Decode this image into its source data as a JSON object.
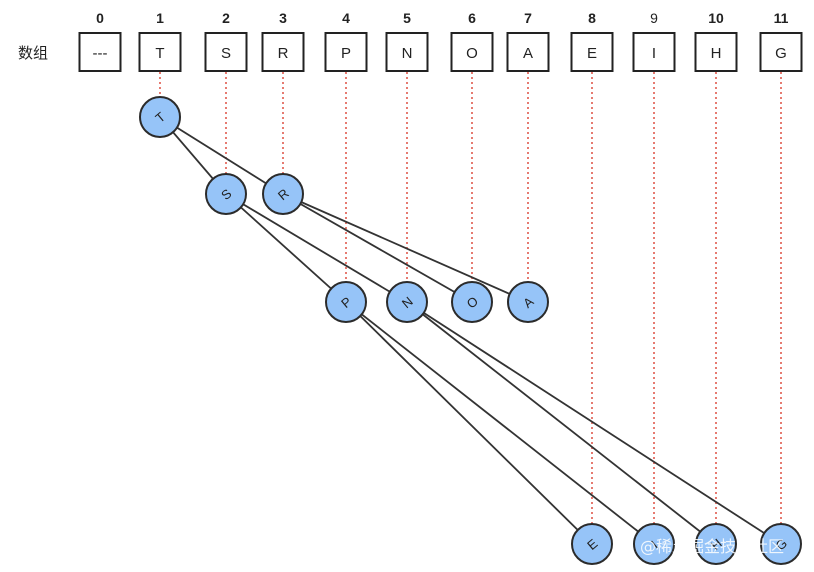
{
  "array_label": "数组",
  "indices": [
    "0",
    "1",
    "2",
    "3",
    "4",
    "5",
    "6",
    "7",
    "8",
    "9",
    "10",
    "11"
  ],
  "cells": [
    "---",
    "T",
    "S",
    "R",
    "P",
    "N",
    "O",
    "A",
    "E",
    "I",
    "H",
    "G"
  ],
  "nodes": [
    {
      "label": "T",
      "index": 1,
      "level": 0
    },
    {
      "label": "S",
      "index": 2,
      "level": 1
    },
    {
      "label": "R",
      "index": 3,
      "level": 1
    },
    {
      "label": "P",
      "index": 4,
      "level": 2
    },
    {
      "label": "N",
      "index": 5,
      "level": 2
    },
    {
      "label": "O",
      "index": 6,
      "level": 2
    },
    {
      "label": "A",
      "index": 7,
      "level": 2
    },
    {
      "label": "E",
      "index": 8,
      "level": 3
    },
    {
      "label": "I",
      "index": 9,
      "level": 3
    },
    {
      "label": "H",
      "index": 10,
      "level": 3
    },
    {
      "label": "G",
      "index": 11,
      "level": 3
    }
  ],
  "edges": [
    [
      "T",
      "S"
    ],
    [
      "T",
      "R"
    ],
    [
      "S",
      "P"
    ],
    [
      "S",
      "N"
    ],
    [
      "R",
      "O"
    ],
    [
      "R",
      "A"
    ],
    [
      "P",
      "E"
    ],
    [
      "P",
      "I"
    ],
    [
      "N",
      "H"
    ],
    [
      "N",
      "G"
    ]
  ],
  "watermark": "@稀土掘金技术社区"
}
